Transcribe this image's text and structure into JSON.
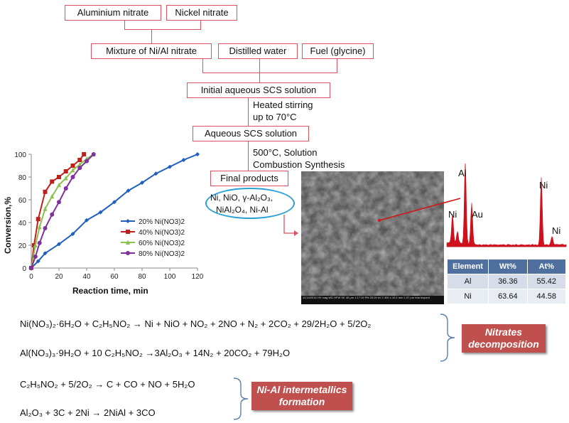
{
  "flow": {
    "aluminium_nitrate": "Aluminium nitrate",
    "nickel_nitrate": "Nickel nitrate",
    "mixture": "Mixture of Ni/Al nitrate",
    "distilled_water": "Distilled water",
    "fuel": "Fuel (glycine)",
    "initial_solution": "Initial aqueous SCS solution",
    "step_heated_1": "Heated stirring",
    "step_heated_2": "up to 70°C",
    "aqueous_solution": "Aqueous SCS solution",
    "step_synth_1": "500°C,  Solution",
    "step_synth_2": "Combustion Synthesis",
    "final_products": "Final products",
    "products_line1": "Ni, NiO, γ-Al₂O₃,",
    "products_line2": "NiAl₂O₄, Ni-Al"
  },
  "chart_data": {
    "type": "line",
    "title": "",
    "xlabel": "Reaction time, min",
    "ylabel": "Conversion,%",
    "xlim": [
      0,
      120
    ],
    "ylim": [
      0,
      100
    ],
    "xticks": [
      "0",
      "20",
      "40",
      "60",
      "80",
      "100",
      "120"
    ],
    "yticks": [
      "0",
      "20",
      "40",
      "60",
      "80",
      "100"
    ],
    "legend_position": "bottom-right",
    "series": [
      {
        "name": "20% Ni(NO3)2",
        "color": "#1f5fbf",
        "marker": "diamond",
        "x": [
          0,
          5,
          10,
          20,
          30,
          40,
          50,
          60,
          70,
          80,
          90,
          100,
          110,
          120
        ],
        "y": [
          0,
          6,
          13,
          21,
          30,
          42,
          49,
          58,
          68,
          75,
          83,
          89,
          95,
          100
        ]
      },
      {
        "name": "40% Ni(NO3)2",
        "color": "#c0201c",
        "marker": "square",
        "x": [
          0,
          2,
          5,
          10,
          15,
          20,
          25,
          30,
          35,
          38
        ],
        "y": [
          0,
          20,
          43,
          67,
          76,
          80,
          85,
          90,
          95,
          100
        ]
      },
      {
        "name": "60% Ni(NO3)2",
        "color": "#8cc050",
        "marker": "triangle",
        "x": [
          0,
          3,
          6,
          10,
          15,
          20,
          25,
          30,
          35,
          40,
          45
        ],
        "y": [
          0,
          20,
          36,
          52,
          63,
          73,
          79,
          86,
          91,
          96,
          100
        ]
      },
      {
        "name": "80% Ni(NO3)2",
        "color": "#8030a0",
        "marker": "circle",
        "x": [
          0,
          3,
          6,
          10,
          15,
          20,
          25,
          30,
          35,
          40,
          45
        ],
        "y": [
          0,
          10,
          22,
          35,
          47,
          58,
          70,
          80,
          88,
          94,
          100
        ]
      }
    ]
  },
  "sem": {
    "footer_text": "11/14/2016  HV  mag  WD  HFW  SE  40 μm  1:17:19 PM 25.00 kV 2 400 x 10.4 mm 1.97 μm  Inta Inspect"
  },
  "eds": {
    "peaks": [
      "Al",
      "Ni",
      "Au",
      "Ni",
      "Ni"
    ],
    "spectrum_color": "#d0101c"
  },
  "table": {
    "headers": [
      "Element",
      "Wt%",
      "At%"
    ],
    "rows": [
      [
        "Al",
        "36.36",
        "55.42"
      ],
      [
        "Ni",
        "63.64",
        "44.58"
      ]
    ]
  },
  "equations": {
    "eq1": "Ni(NO₃)₂·6H₂O + C₂H₅NO₂ → Ni + NiO + NO₂ + 2NO + N₂ + 2CO₂ + 29/2H₂O + 5/2O₂",
    "eq2": "Al(NO₃)₃·9H₂O + 10 C₂H₅NO₂ →3Al₂O₃ + 14N₂ + 20CO₂ + 79H₂O",
    "eq3": "C₂H₅NO₂ + 5/2O₂ → C + CO + NO + 5H₂O",
    "eq4": "Al₂O₃ + 3C + 2Ni → 2NiAl + 3CO"
  },
  "labels": {
    "nitrates_1": "Nitrates",
    "nitrates_2": "decomposition",
    "intermetallic_1": "Ni-Al intermetallics",
    "intermetallic_2": "formation"
  },
  "colors": {
    "flow_border": "#e05060",
    "badge": "#c0504d",
    "table_header": "#4f6f9f",
    "ellipse": "#2aa0d8"
  }
}
